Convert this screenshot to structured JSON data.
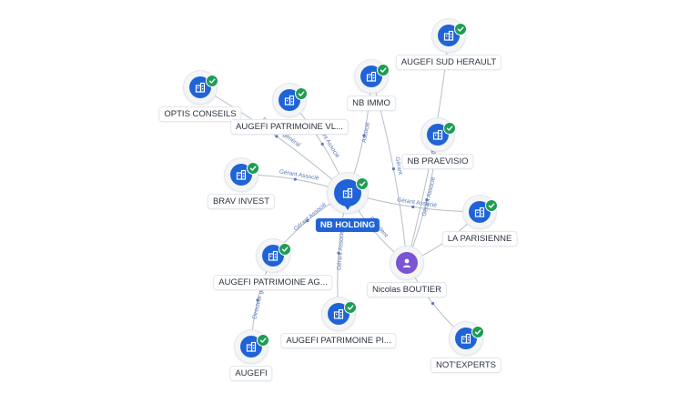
{
  "colors": {
    "company": "#1f63d6",
    "person": "#7a54d1",
    "verified": "#1f9c54",
    "edge": "#b7bec8"
  },
  "nodes": [
    {
      "id": "hub",
      "label": "NB HOLDING",
      "kind": "company",
      "icon": "building-icon",
      "hub": true
    },
    {
      "id": "n1",
      "label": "AUGEFI SUD HERAULT",
      "kind": "company",
      "icon": "building-icon"
    },
    {
      "id": "n2",
      "label": "OPTIS CONSEILS",
      "kind": "company",
      "icon": "building-icon"
    },
    {
      "id": "n3",
      "label": "NB IMMO",
      "kind": "company",
      "icon": "building-icon"
    },
    {
      "id": "n4",
      "label": "AUGEFI PATRIMOINE VL...",
      "kind": "company",
      "icon": "building-icon"
    },
    {
      "id": "n5",
      "label": "NB PRAEVISIO",
      "kind": "company",
      "icon": "building-icon"
    },
    {
      "id": "n6",
      "label": "BRAV INVEST",
      "kind": "company",
      "icon": "building-icon"
    },
    {
      "id": "n7",
      "label": "LA PARISIENNE",
      "kind": "company",
      "icon": "building-icon"
    },
    {
      "id": "n8",
      "label": "AUGEFI PATRIMOINE AG...",
      "kind": "company",
      "icon": "building-icon"
    },
    {
      "id": "n9",
      "label": "Nicolas BOUTIER",
      "kind": "person",
      "icon": "person-icon"
    },
    {
      "id": "n10",
      "label": "AUGEFI PATRIMOINE PI...",
      "kind": "company",
      "icon": "building-icon"
    },
    {
      "id": "n11",
      "label": "AUGEFI",
      "kind": "company",
      "icon": "building-icon"
    },
    {
      "id": "n12",
      "label": "NOT'EXPERTS",
      "kind": "company",
      "icon": "building-icon"
    }
  ],
  "edges": [
    {
      "from": "hub",
      "to": "n2",
      "label": "Directeur général"
    },
    {
      "from": "hub",
      "to": "n4",
      "label": "Gérant Associé"
    },
    {
      "from": "hub",
      "to": "n3",
      "label": "Associé"
    },
    {
      "from": "hub",
      "to": "n6",
      "label": "Gérant Associé"
    },
    {
      "from": "hub",
      "to": "n7",
      "label": "Gérant Associé"
    },
    {
      "from": "hub",
      "to": "n8",
      "label": "Gérant Associé"
    },
    {
      "from": "hub",
      "to": "n10",
      "label": "Gérant Associé"
    },
    {
      "from": "hub",
      "to": "n9",
      "label": "Président"
    },
    {
      "from": "n9",
      "to": "n1",
      "label": "Directeur général"
    },
    {
      "from": "n9",
      "to": "n3",
      "label": "Gérant"
    },
    {
      "from": "n9",
      "to": "n5",
      "label": "Gérant Associé"
    },
    {
      "from": "n9",
      "to": "n7",
      "label": ""
    },
    {
      "from": "n9",
      "to": "n12",
      "label": ""
    },
    {
      "from": "n8",
      "to": "n11",
      "label": "Directeur général"
    }
  ]
}
